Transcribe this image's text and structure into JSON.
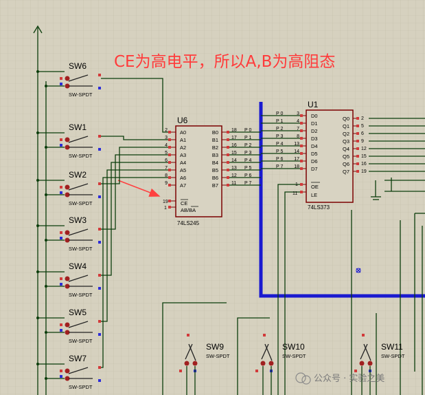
{
  "annotation": {
    "text": "CE为高电平，所以A,B为高阻态",
    "color": "#ff3b3b"
  },
  "chips": {
    "u6": {
      "ref": "U6",
      "part": "74LS245",
      "left_pins": [
        {
          "num": "2",
          "name": "A0"
        },
        {
          "num": "3",
          "name": "A1"
        },
        {
          "num": "4",
          "name": "A2"
        },
        {
          "num": "5",
          "name": "A3"
        },
        {
          "num": "6",
          "name": "A4"
        },
        {
          "num": "7",
          "name": "A5"
        },
        {
          "num": "8",
          "name": "A6"
        },
        {
          "num": "9",
          "name": "A7"
        }
      ],
      "right_pins": [
        {
          "num": "18",
          "name": "B0",
          "net": "P 0"
        },
        {
          "num": "17",
          "name": "B1",
          "net": "P 1"
        },
        {
          "num": "16",
          "name": "B2",
          "net": "P 2"
        },
        {
          "num": "15",
          "name": "B3",
          "net": "P 3"
        },
        {
          "num": "14",
          "name": "B4",
          "net": "P 4"
        },
        {
          "num": "13",
          "name": "B5",
          "net": "P 5"
        },
        {
          "num": "12",
          "name": "B6",
          "net": "P 6"
        },
        {
          "num": "11",
          "name": "B7",
          "net": "P 7"
        }
      ],
      "ce_pin": {
        "num": "19",
        "name": "CE"
      },
      "dir_pin": {
        "num": "1",
        "name": "AB/BA"
      }
    },
    "u1": {
      "ref": "U1",
      "part": "74LS373",
      "left_pins": [
        {
          "num": "3",
          "name": "D0",
          "net": "P 0"
        },
        {
          "num": "4",
          "name": "D1",
          "net": "P 1"
        },
        {
          "num": "7",
          "name": "D2",
          "net": "P 2"
        },
        {
          "num": "8",
          "name": "D3",
          "net": "P 3"
        },
        {
          "num": "13",
          "name": "D4",
          "net": "P 4"
        },
        {
          "num": "14",
          "name": "D5",
          "net": "P 5"
        },
        {
          "num": "17",
          "name": "D6",
          "net": "P 6"
        },
        {
          "num": "18",
          "name": "D7",
          "net": "P 7"
        }
      ],
      "right_pins": [
        {
          "num": "2",
          "name": "Q0"
        },
        {
          "num": "5",
          "name": "Q1"
        },
        {
          "num": "6",
          "name": "Q2"
        },
        {
          "num": "9",
          "name": "Q3"
        },
        {
          "num": "12",
          "name": "Q4"
        },
        {
          "num": "15",
          "name": "Q5"
        },
        {
          "num": "16",
          "name": "Q6"
        },
        {
          "num": "19",
          "name": "Q7"
        }
      ],
      "oe_pin": {
        "num": "1",
        "name": "OE"
      },
      "le_pin": {
        "num": "11",
        "name": "LE"
      }
    }
  },
  "switches_left": [
    {
      "name": "SW6",
      "type": "SW-SPDT"
    },
    {
      "name": "SW1",
      "type": "SW-SPDT"
    },
    {
      "name": "SW2",
      "type": "SW-SPDT"
    },
    {
      "name": "SW3",
      "type": "SW-SPDT"
    },
    {
      "name": "SW4",
      "type": "SW-SPDT"
    },
    {
      "name": "SW5",
      "type": "SW-SPDT"
    },
    {
      "name": "SW7",
      "type": "SW-SPDT"
    }
  ],
  "switches_bottom": [
    {
      "name": "SW9",
      "type": "SW-SPDT"
    },
    {
      "name": "SW10",
      "type": "SW-SPDT"
    },
    {
      "name": "SW11",
      "type": "SW-SPDT"
    }
  ],
  "watermark": "公众号 · 实验之美",
  "colors": {
    "bus": "#1a1ad0",
    "wire": "#0a3c0a",
    "chip_border": "#7a0000",
    "arrow": "#ff4040"
  }
}
